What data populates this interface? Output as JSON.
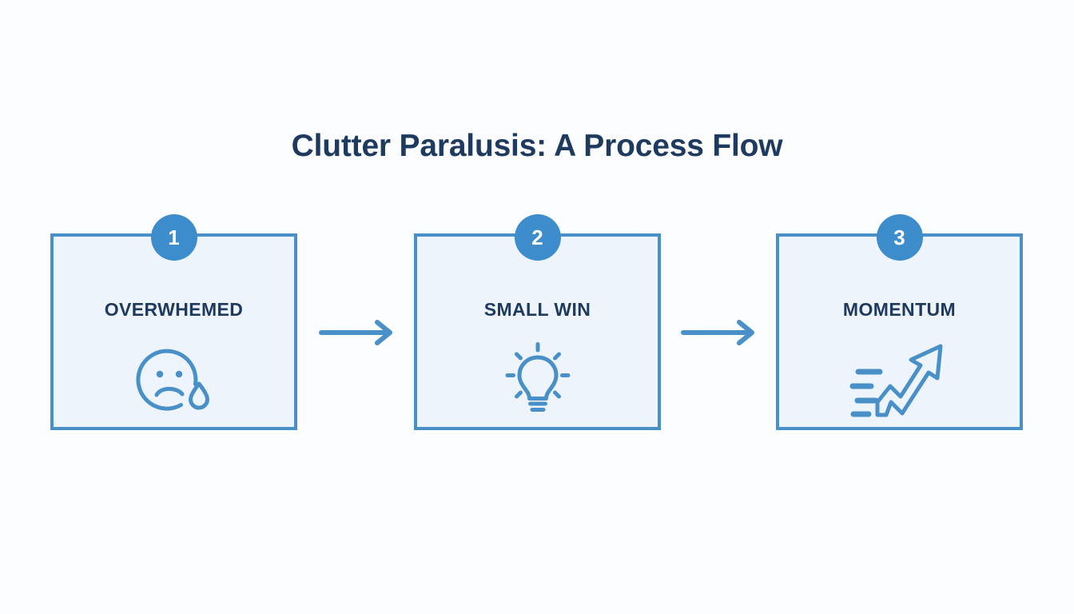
{
  "page": {
    "title": "Clutter Paralusis: A Process Flow",
    "background_color": "#fcfdfe",
    "title_color": "#1e3a5f",
    "accent_color": "#4a90c8",
    "badge_color": "#3d8dcc",
    "box_fill_color": "#eef4fb"
  },
  "steps": [
    {
      "number": "1",
      "label": "OVERWHEMED",
      "icon": "sad-face-with-tear-icon"
    },
    {
      "number": "2",
      "label": "SMALL WIN",
      "icon": "lightbulb-icon"
    },
    {
      "number": "3",
      "label": "MOMENTUM",
      "icon": "rising-arrow-icon"
    }
  ],
  "connectors": [
    {
      "icon": "arrow-right-icon"
    },
    {
      "icon": "arrow-right-icon"
    }
  ]
}
